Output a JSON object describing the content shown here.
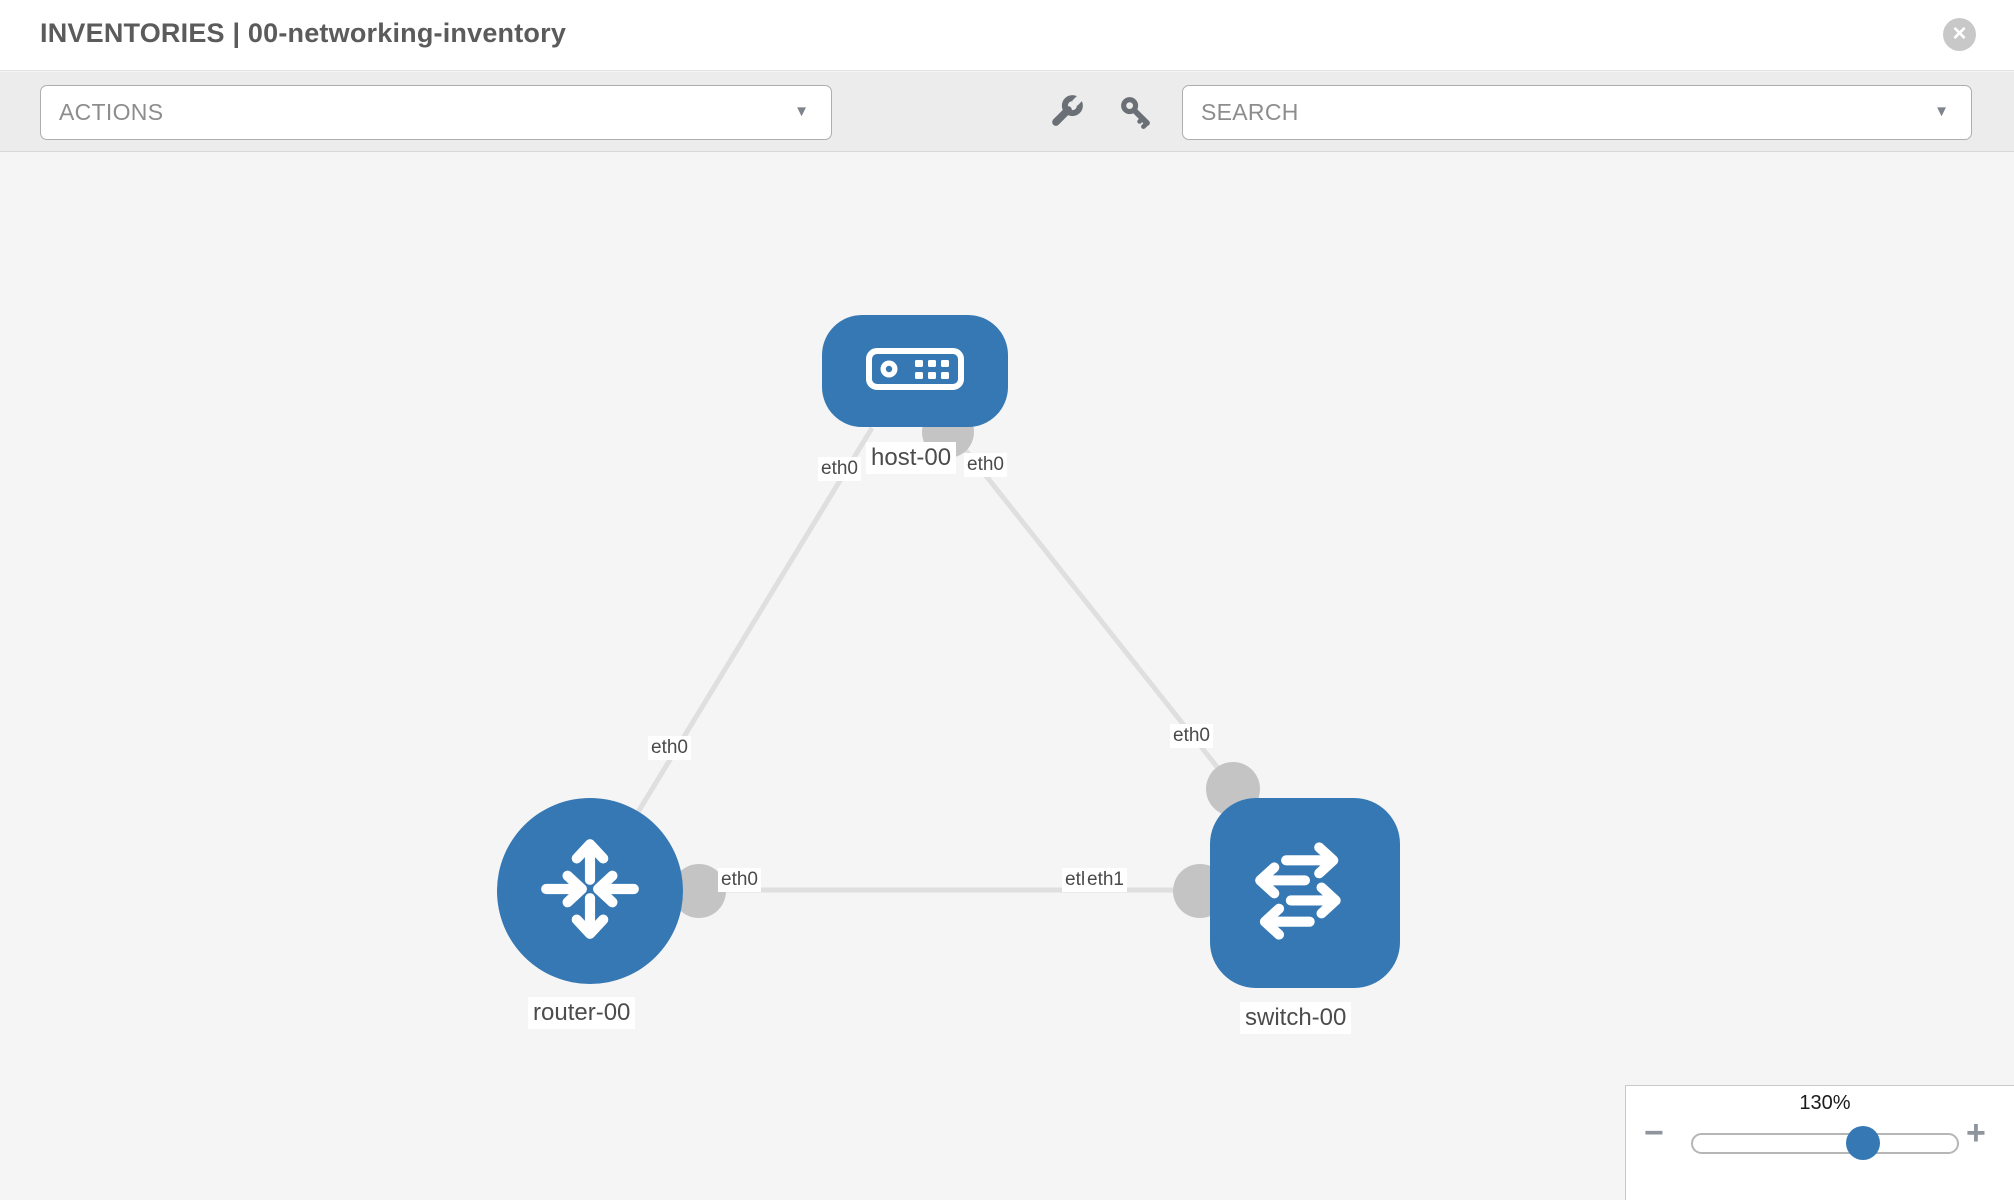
{
  "header": {
    "title": "INVENTORIES | 00-networking-inventory",
    "close_icon_glyph": "×"
  },
  "toolbar": {
    "actions_label": "ACTIONS",
    "search_placeholder": "SEARCH",
    "caret_glyph": "▼"
  },
  "colors": {
    "node_blue": "#3578b4",
    "link_gray": "#dfdfdf",
    "connector_gray": "#c4c4c4",
    "canvas_bg": "#f5f5f5"
  },
  "topology": {
    "nodes": [
      {
        "id": "host-00",
        "type": "host",
        "label": "host-00"
      },
      {
        "id": "router-00",
        "type": "router",
        "label": "router-00"
      },
      {
        "id": "switch-00",
        "type": "switch",
        "label": "switch-00"
      }
    ],
    "links": [
      {
        "from": "host-00",
        "to": "router-00"
      },
      {
        "from": "host-00",
        "to": "switch-00"
      },
      {
        "from": "router-00",
        "to": "switch-00"
      }
    ],
    "interface_labels": [
      {
        "link": "host-router",
        "end": "host",
        "text": "eth0"
      },
      {
        "link": "host-router",
        "end": "router",
        "text": "eth0"
      },
      {
        "link": "host-switch",
        "end": "host",
        "text": "eth0"
      },
      {
        "link": "host-switch",
        "end": "switch",
        "text": "eth0"
      },
      {
        "link": "router-switch",
        "end": "router",
        "text": "eth0"
      },
      {
        "link": "router-switch",
        "end": "switch-hidden",
        "text": "eth0"
      },
      {
        "link": "router-switch",
        "end": "switch",
        "text": "eth1"
      }
    ]
  },
  "zoom_control": {
    "value": "130%",
    "minus_label": "−",
    "plus_label": "+"
  }
}
